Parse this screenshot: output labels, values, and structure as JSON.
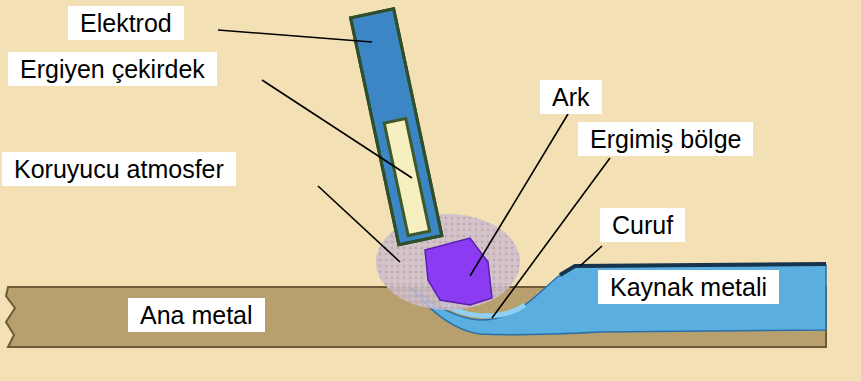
{
  "diagram": {
    "labels": [
      "Elektrod",
      "Ergiyen çekirdek",
      "Ark",
      "Ergimiş bölge",
      "Koruyucu atmosfer",
      "Curuf",
      "Kaynak metali",
      "Ana metal"
    ]
  }
}
